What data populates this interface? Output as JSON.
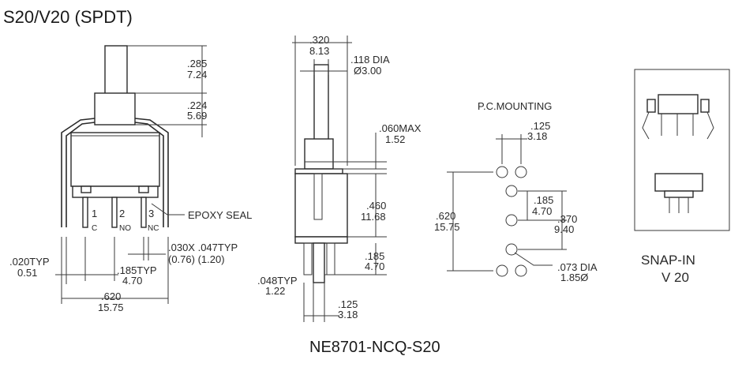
{
  "title": "S20/V20 (SPDT)",
  "part_number": "NE8701-NCQ-S20",
  "front_view": {
    "dim_285": ".285",
    "dim_724": "7.24",
    "dim_224": ".224",
    "dim_569": "5.69",
    "pin1": "1",
    "pin2": "2",
    "pin3": "3",
    "pin1_label": "C",
    "pin2_label": "NO",
    "pin3_label": "NC",
    "epoxy_seal": "EPOXY SEAL",
    "dim_030": ".030X .047TYP",
    "dim_076": "(0.76) (1.20)",
    "dim_020": ".020TYP",
    "dim_051": "0.51",
    "dim_185": ".185TYP",
    "dim_470": "4.70",
    "dim_620": ".620",
    "dim_1575": "15.75"
  },
  "side_view": {
    "dim_320": ".320",
    "dim_813": "8.13",
    "dim_118": ".118 DIA",
    "dim_300": "Ø3.00",
    "dim_060": ".060MAX",
    "dim_152": "1.52",
    "dim_460": ".460",
    "dim_1168": "11.68",
    "dim_185": ".185",
    "dim_470": "4.70",
    "dim_048": ".048TYP",
    "dim_122": "1.22",
    "dim_125": ".125",
    "dim_318": "3.18"
  },
  "pc_mounting": {
    "title": "P.C.MOUNTING",
    "dim_125": ".125",
    "dim_318": "3.18",
    "dim_185": ".185",
    "dim_470": "4.70",
    "dim_370": ".370",
    "dim_940": "9.40",
    "dim_620": ".620",
    "dim_1575": "15.75",
    "dim_073": ".073 DIA",
    "dim_185mm": "1.85Ø"
  },
  "snap_in": {
    "line1": "SNAP-IN",
    "line2": "V 20"
  }
}
